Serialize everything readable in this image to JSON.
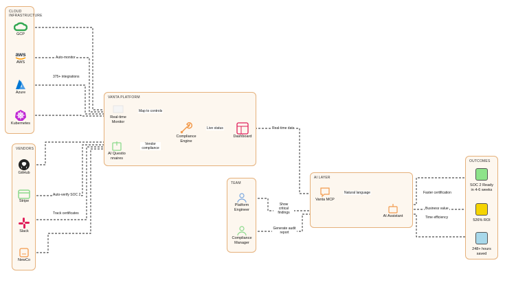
{
  "groups": {
    "cloud": "CLOUD INFRASTRUCTURE",
    "vendors": "VENDORS",
    "platform": "VANTA PLATFORM",
    "team": "TEAM",
    "ai_layer": "AI LAYER",
    "outcomes": "OUTCOMES"
  },
  "nodes": {
    "gcp": "GCP",
    "aws": "AWS",
    "azure": "Azure",
    "kubernetes": "Kubernetes",
    "github": "GitHub",
    "stripe": "Stripe",
    "slack": "Slack",
    "newco": "NewCo",
    "realtime_monitor": "Real-time Monitor",
    "ai_questionnaires": "AI Questionnaires",
    "compliance_engine": "Compliance Engine",
    "dashboard": "Dashboard",
    "platform_engineer": "Platform Engineer",
    "compliance_manager": "Compliance Manager",
    "vanta_mcp": "Vanta MCP",
    "ai_assistant": "AI Assistant",
    "soc2": "SOC 2 Ready in 4-6 weeks",
    "roi": "526% ROI",
    "hours": "248+ hours saved"
  },
  "edges": {
    "auto_monitor": "Auto-monitor",
    "integrations": "375+ integrations",
    "map_to_controls": "Map to controls",
    "vendor_compliance": "Vendor compliance",
    "live_status": "Live status",
    "realtime_data": "Real-time data",
    "auto_verify": "Auto-verify SOC 2",
    "track_certs": "Track certificates",
    "natural_language": "Natural language",
    "show_critical": "Show critical findings",
    "generate_audit": "Generate audit report",
    "faster_cert": "Faster certification",
    "business_value": "Business value",
    "time_efficiency": "Time efficiency"
  },
  "colors": {
    "group_border": "#e5b07a",
    "group_fill": "#fdf7ef",
    "gcp": "#34a853",
    "aws": "#ff9900",
    "azure": "#0078d4",
    "kubernetes": "#c026d3",
    "stripe": "#8bd98b",
    "slack": "#e01e5a",
    "orange": "#f2994a",
    "green": "#8bd98b",
    "blue": "#7aa7e0",
    "soc2": "#8de38a",
    "roi": "#f5d400",
    "hours": "#a8d8ea"
  }
}
